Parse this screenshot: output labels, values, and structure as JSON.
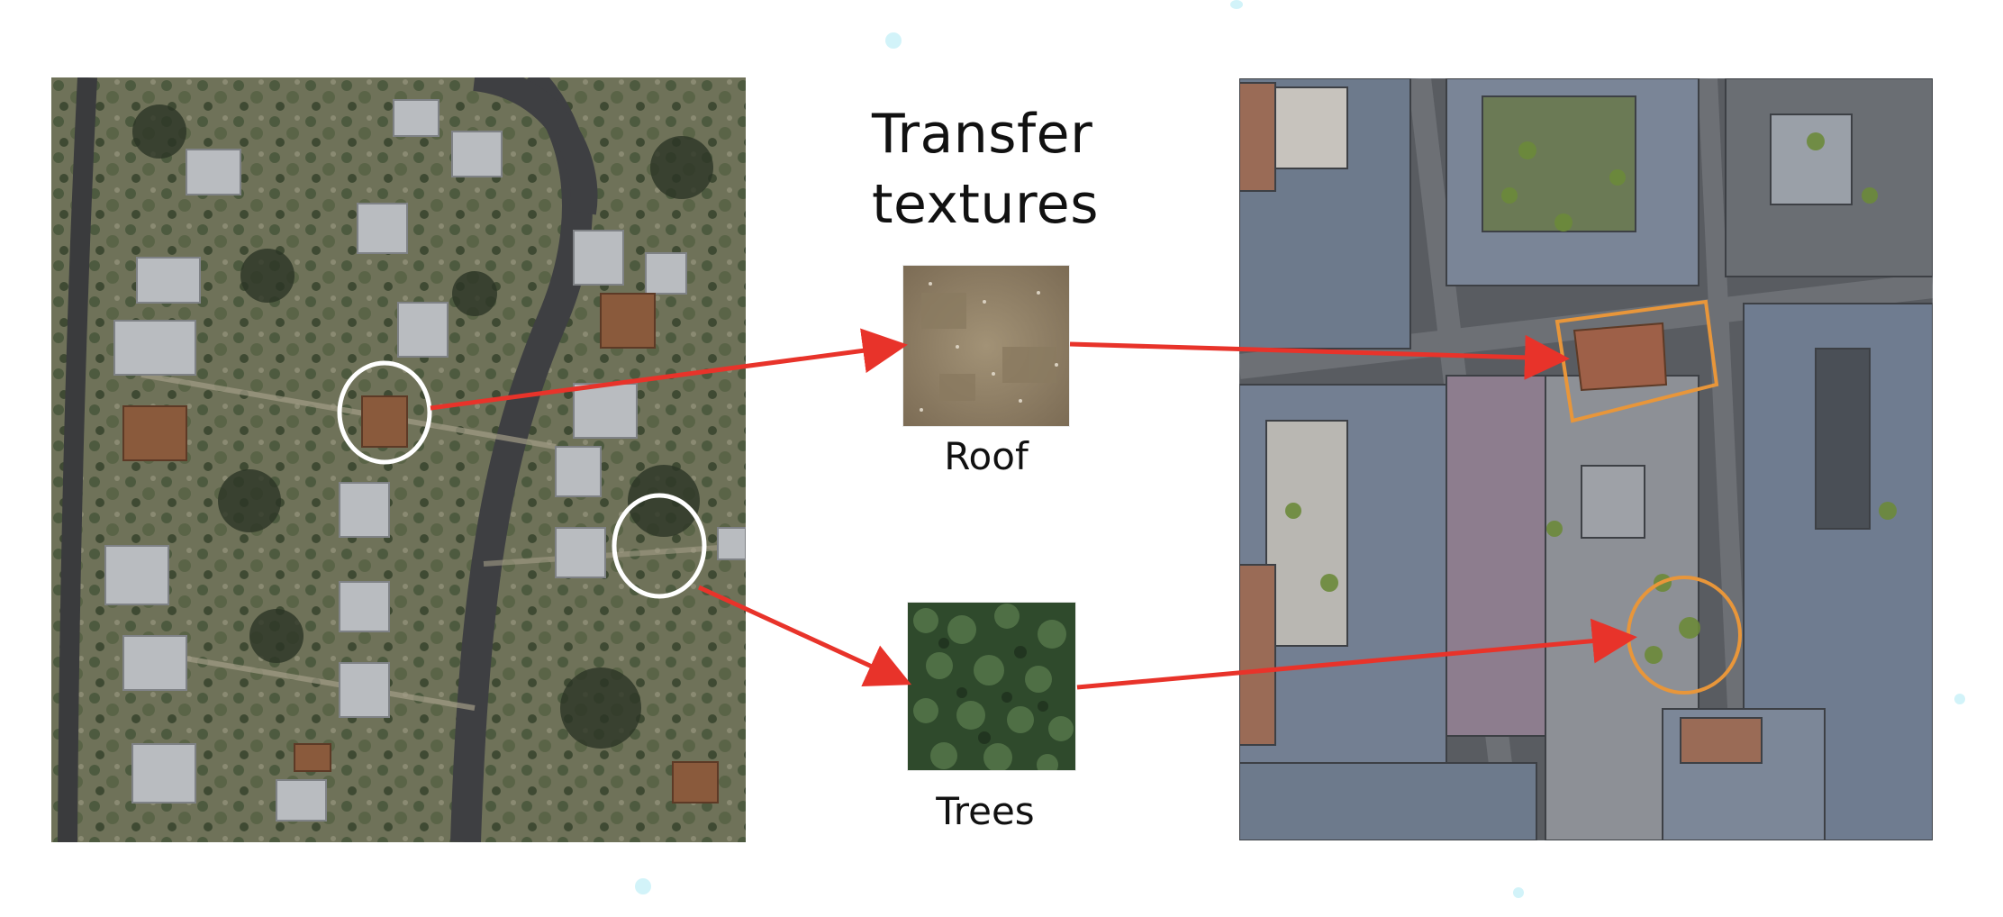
{
  "title": "Transfer textures",
  "roof_label": "Roof",
  "trees_label": "Trees",
  "colors": {
    "arrow": "#e8332a",
    "satellite_marker": "#ffffff",
    "render_marker": "#e8963a"
  },
  "icons": {
    "satellite_view": "aerial-photo",
    "render_view": "3d-city-render"
  }
}
